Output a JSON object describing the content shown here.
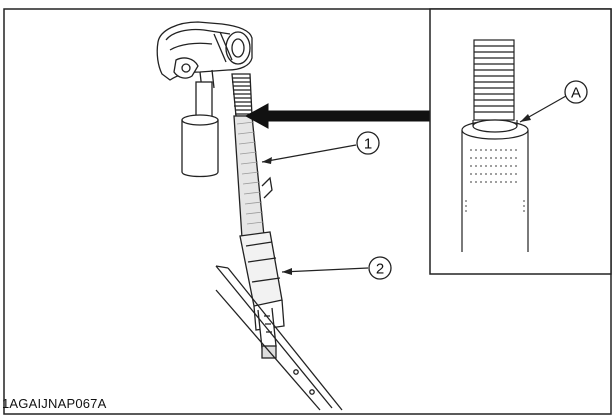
{
  "callouts": {
    "part_1": "1",
    "part_2": "2",
    "detail_a": "A"
  },
  "figure_code": "1AGAIJNAP067A"
}
